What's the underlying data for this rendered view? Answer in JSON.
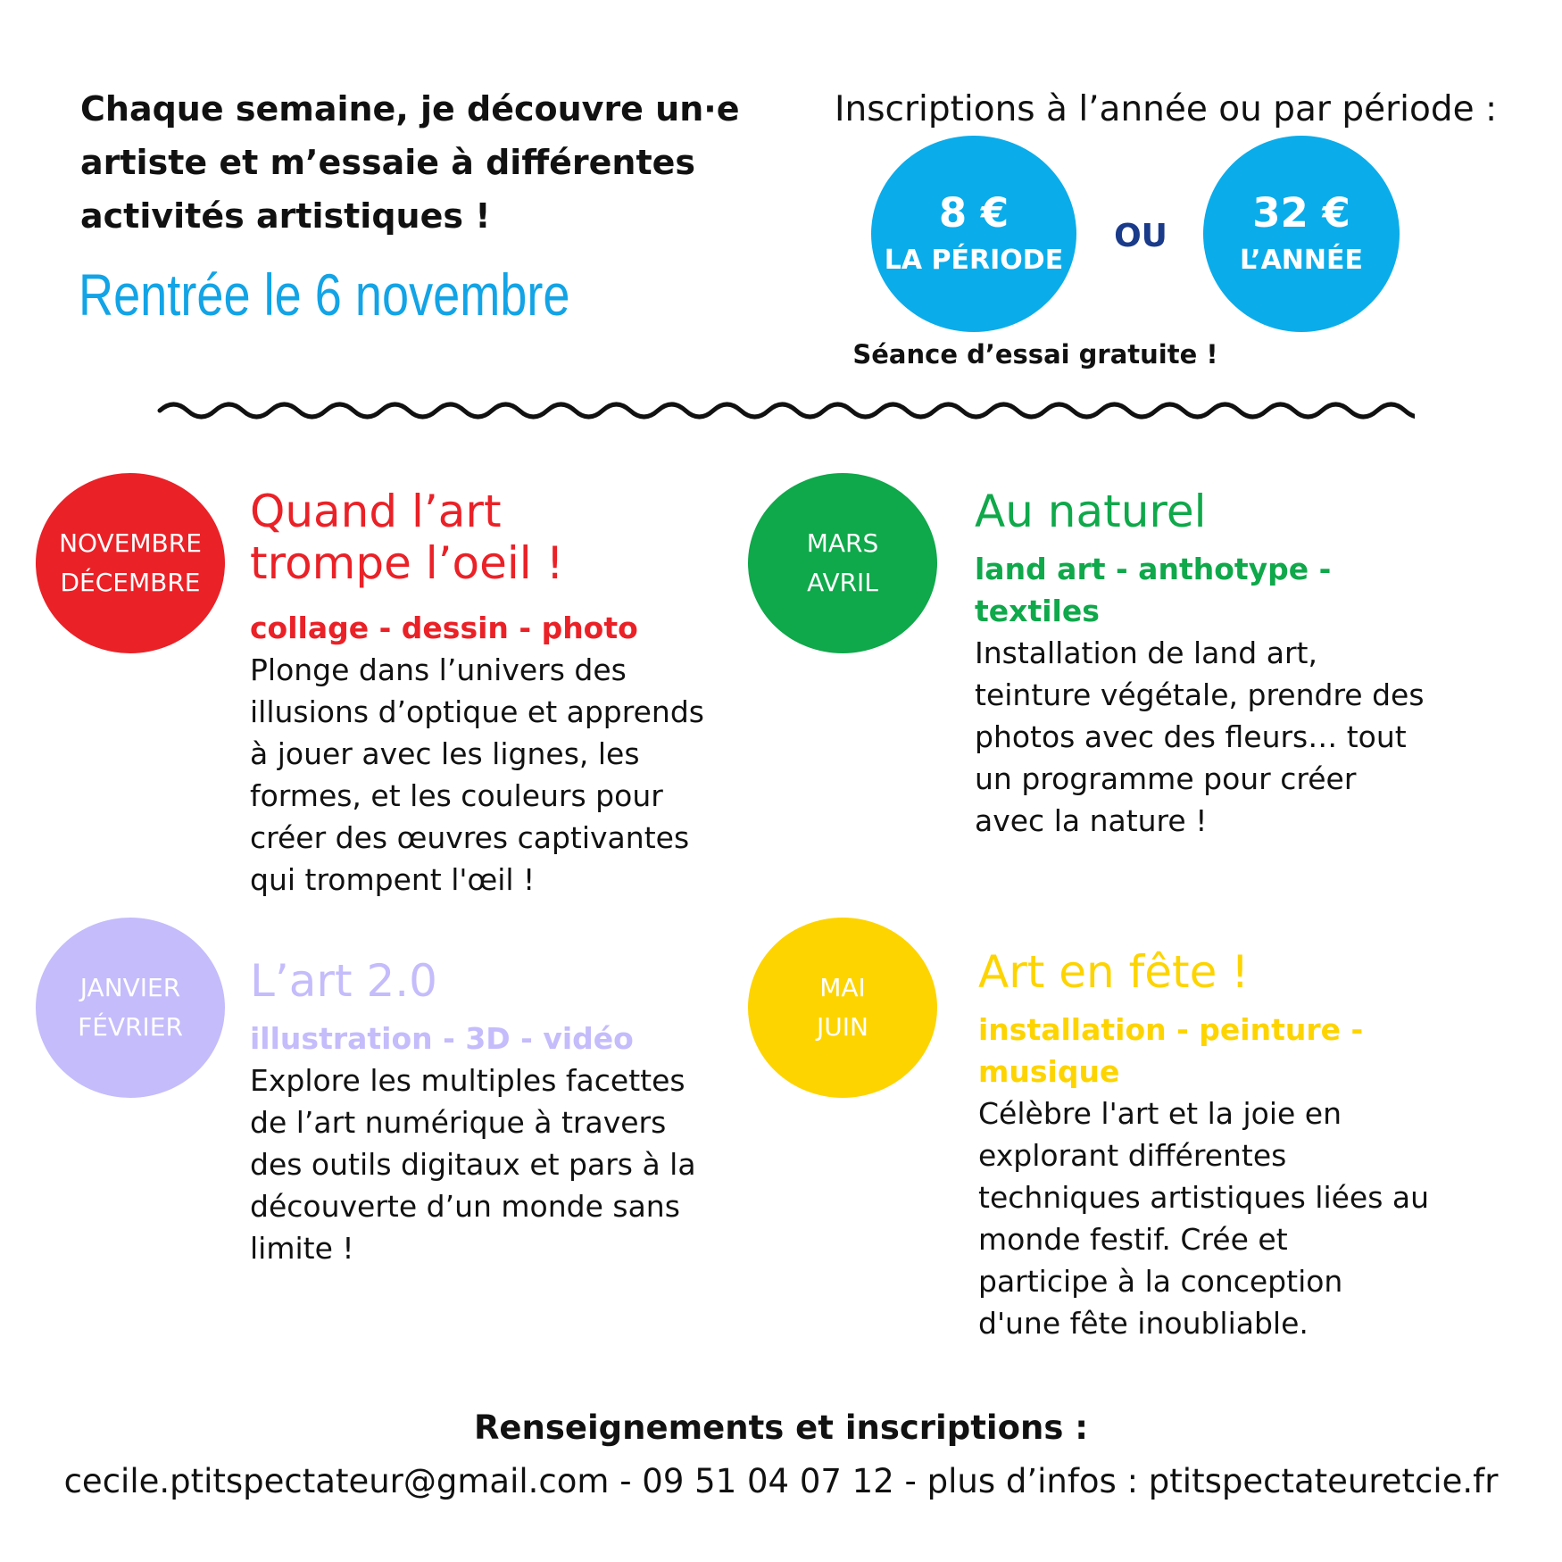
{
  "header": {
    "intro_line1": "Chaque semaine, je découvre un·e",
    "intro_line2": "artiste et m’essaie à différentes",
    "intro_line3": "activités artistiques !",
    "rentree": "Rentrée le 6 novembre"
  },
  "pricing": {
    "label": "Inscriptions à l’année ou par période :",
    "option1": {
      "amount": "8 €",
      "period": "LA PÉRIODE"
    },
    "separator": "OU",
    "option2": {
      "amount": "32 €",
      "period": "L’ANNÉE"
    },
    "trial": "Séance d’essai gratuite !",
    "color": "#0bacea"
  },
  "sections": {
    "s1": {
      "months_line1": "NOVEMBRE",
      "months_line2": "DÉCEMBRE",
      "title_line1": "Quand l’art",
      "title_line2": "trompe l’oeil !",
      "techniques": "collage - dessin - photo",
      "desc": [
        "Plonge dans l’univers des",
        "illusions d’optique et apprends",
        "à jouer avec les lignes, les",
        "formes, et les couleurs pour",
        "créer des œuvres captivantes",
        "qui trompent l'œil !"
      ],
      "color": "#ea2127"
    },
    "s2": {
      "months_line1": "MARS",
      "months_line2": "AVRIL",
      "title_line1": "Au naturel",
      "techniques_line1": "land art - anthotype -",
      "techniques_line2": "textiles",
      "desc": [
        "Installation de land art,",
        "teinture végétale, prendre des",
        "photos avec des fleurs… tout",
        "un programme pour créer",
        "avec la nature !"
      ],
      "color": "#0fa84a"
    },
    "s3": {
      "months_line1": "JANVIER",
      "months_line2": "FÉVRIER",
      "title_line1": "L’art 2.0",
      "techniques": "illustration - 3D - vidéo",
      "desc": [
        "Explore les multiples facettes",
        "de l’art numérique à travers",
        "des outils digitaux et pars à la",
        "découverte d’un monde sans",
        "limite !"
      ],
      "color": "#c4bcfb"
    },
    "s4": {
      "months_line1": "MAI",
      "months_line2": "JUIN",
      "title_line1": "Art en fête !",
      "techniques_line1": "installation - peinture -",
      "techniques_line2": "musique",
      "desc": [
        "Célèbre l'art et la joie en",
        "explorant différentes",
        "techniques artistiques liées au",
        "monde festif. Crée et",
        "participe à la conception",
        "d'une fête inoubliable."
      ],
      "color": "#fdd400"
    }
  },
  "footer": {
    "title": "Renseignements et inscriptions :",
    "contact": "cecile.ptitspectateur@gmail.com - 09 51 04 07 12 - plus d’infos : ptitspectateuretcie.fr"
  }
}
